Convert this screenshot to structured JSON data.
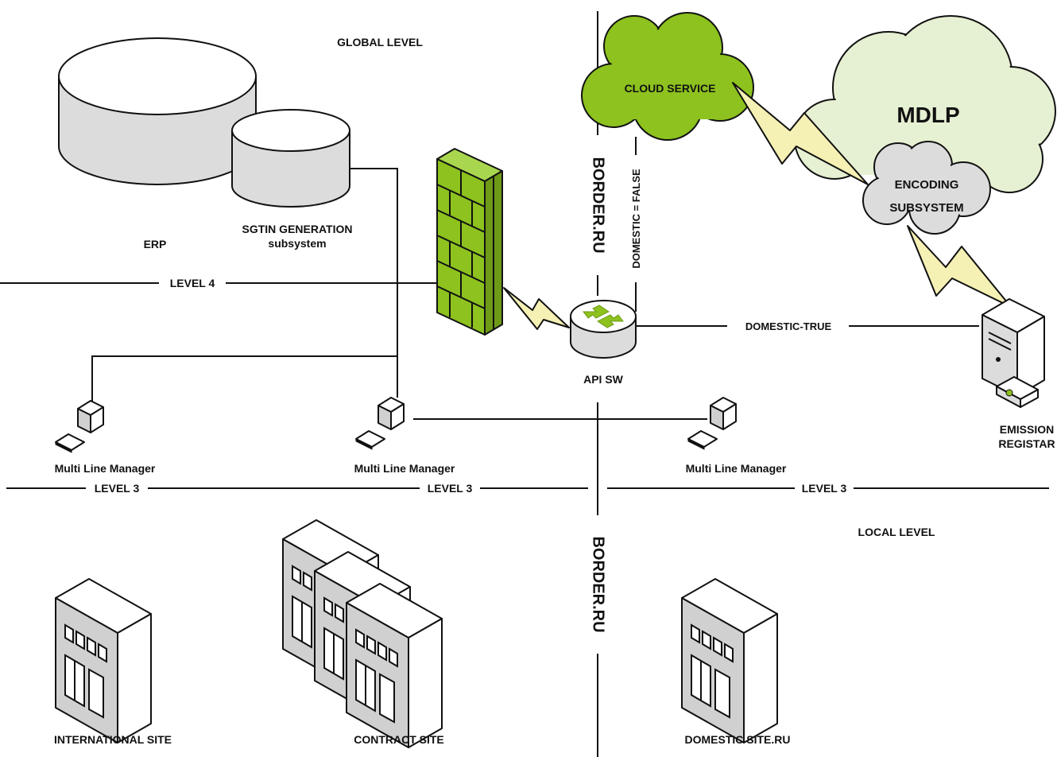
{
  "levels": {
    "global": "GLOBAL LEVEL",
    "local": "LOCAL LEVEL",
    "level4": "LEVEL 4",
    "level3": "LEVEL 3"
  },
  "nodes": {
    "erp": "ERP",
    "sgtin_line1": "SGTIN GENERATION",
    "sgtin_line2": "subsystem",
    "cloud_service": "CLOUD SERVICE",
    "mdlp": "MDLP",
    "encoding_line1": "ENCODING",
    "encoding_line2": "SUBSYSTEM",
    "api_sw": "API SW",
    "emission_line1": "EMISSION",
    "emission_line2": "REGISTAR",
    "mlm": "Multi Line Manager",
    "international_site": "INTERNATIONAL SITE",
    "contract_site": "CONTRACT SITE",
    "domestic_site": "DOMESTIC SITE.RU"
  },
  "links": {
    "domestic_false": "DOMESTIC = FALSE",
    "domestic_true": "DOMESTIC-TRUE"
  },
  "border": "BORDER.RU",
  "colors": {
    "accent_green": "#8dc21f",
    "light_green": "#e6f0d2",
    "bolt_yellow": "#f5f0b4",
    "cloud_gray": "#dcdcdc",
    "building_gray": "#d0d0d0"
  },
  "icons": {
    "database": "database-icon",
    "firewall": "firewall-icon",
    "switch": "switch-icon",
    "server": "server-icon",
    "computer": "computer-icon",
    "building": "building-icon",
    "cloud": "cloud-icon",
    "lightning": "lightning-icon"
  }
}
